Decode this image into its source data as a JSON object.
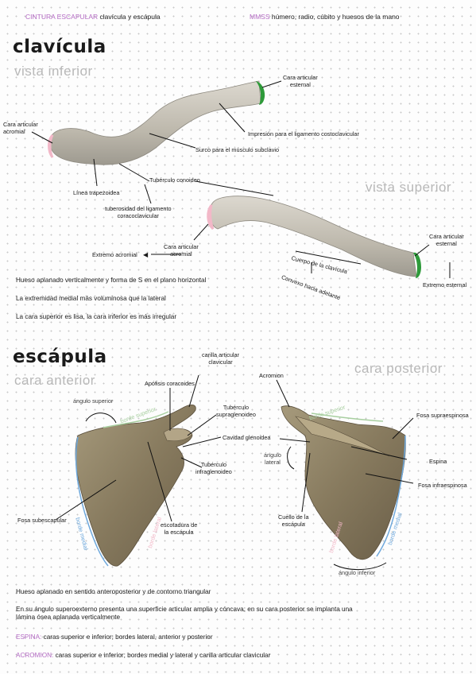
{
  "header": {
    "left_tag": "CINTURA ESCAPULAR",
    "left_text": "clavícula y escápula",
    "right_tag": "MMSS",
    "right_text": "húmero, radio, cúbito y huesos de la mano"
  },
  "clavicula": {
    "title": "clavícula",
    "view_inferior": "vista inferior",
    "view_superior": "vista superior",
    "labels": {
      "cara_articular_esternal_1": "Cara articular\nesternal",
      "impresion_ligamento": "Impresión para el ligamento costoclavicular",
      "surco_subclavio": "Surco para el músculo subclavio",
      "cara_articular_acromial_1": "Cara articular\nacromial",
      "tuberculo_conoideo": "Tubérculo conoideo",
      "linea_trapezoidea": "Línea trapezoidea",
      "tuberosidad_ligamento": "tuberosidad del ligamento\ncoracoclavicular",
      "cara_articular_acromial_2": "Cara articular\nacromial",
      "extremo_acromial": "Extremo acromial",
      "cuerpo_clavicula": "Cuerpo de la clavícula",
      "convexo_adelante": "Convexo hacia adelante",
      "cara_articular_esternal_2": "Cara articular\nesternal",
      "extremo_esternal": "Extremo esternal"
    },
    "notes": [
      "Hueso aplanado verticalmente y forma de S en el plano horizontal",
      "La extremidad medial más voluminosa que la lateral",
      "La cara superior es lisa, la cara inferior es más irregular"
    ]
  },
  "escapula": {
    "title": "escápula",
    "view_anterior": "cara anterior",
    "view_posterior": "cara posterior",
    "labels": {
      "carilla_articular_clavicular": "carilla articular\nclavicular",
      "apofisis_coracoides": "Apófisis coracoides",
      "angulo_superior": "ángulo superior",
      "borde_superior_1": "borde superior",
      "tuberculo_supraglenoideo": "Tubérculo\nsupraglenoideo",
      "cavidad_glenoidea": "Cavidad glenoidea",
      "tuberculo_infraglenoideo": "Tubérculo\ninfraglenoideo",
      "fosa_subescapular": "Fosa subescapular",
      "borde_medial_1": "borde medial",
      "borde_lateral_1": "borde lateral",
      "escotadura": "escotadura de\nla escápula",
      "acromion": "Acromion",
      "borde_superior_2": "borde superior",
      "fosa_supraespinosa": "Fosa supraespinosa",
      "angulo_lateral": "ángulo\nlateral",
      "espina": "Espina",
      "fosa_infraespinosa": "Fosa infraespinosa",
      "cuello_escapula": "Cuello de la\nescápula",
      "borde_lateral_2": "borde lateral",
      "borde_medial_2": "borde medial",
      "angulo_inferior": "ángulo inferior"
    },
    "notes": {
      "n1": "Hueso aplanado en sentido anteroposterior y de contorno triangular",
      "n2a": "En su ángulo superoexterno presenta una superficie articular amplia y cóncava; en su cara posterior se implanta una",
      "n2b": "lámina ósea aplanada verticalmente",
      "espina_tag": "ESPINA:",
      "espina_text": "caras superior e inferior; bordes lateral, anterior y posterior",
      "acromion_tag": "ACROMION:",
      "acromion_text": "caras superior e inferior; bordes medial y lateral y carilla articular clavicular"
    }
  },
  "colors": {
    "accent_purple": "#b46bc4",
    "subtitle_gray": "#b8b8b8",
    "bone": "#c9c4b8",
    "scapula": "#8a7d62",
    "articular_green": "#2e9a3a",
    "articular_pink": "#f2b8c8",
    "border_blue": "#6ea8dc",
    "border_green": "#a8cfa0"
  }
}
